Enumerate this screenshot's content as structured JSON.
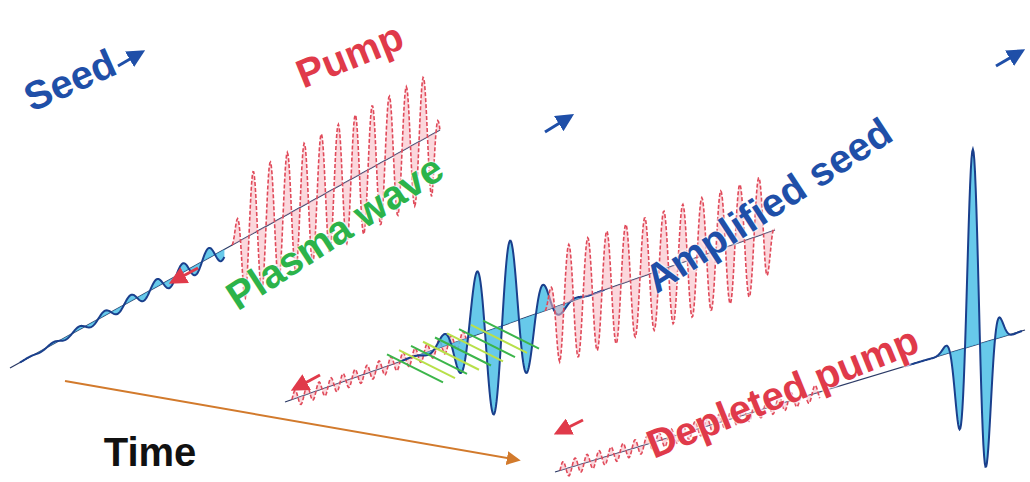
{
  "diagram": {
    "labels": [
      "Pump",
      "Seed",
      "Plasma wave",
      "Amplified seed",
      "Depleted pump",
      "Time"
    ]
  }
}
